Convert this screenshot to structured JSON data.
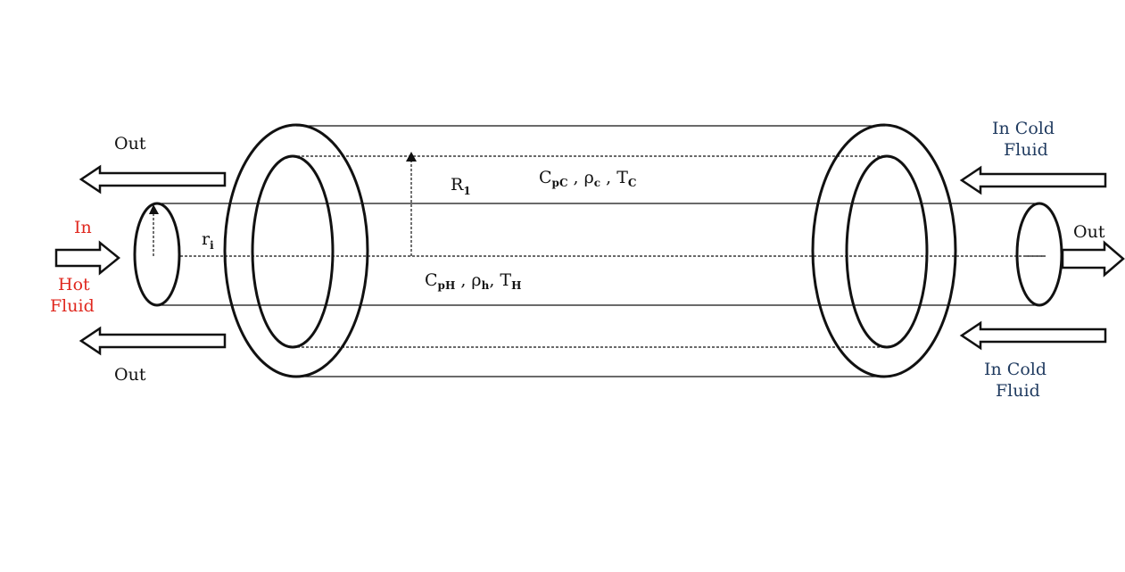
{
  "labels": {
    "out_top_left": "Out",
    "out_bottom_left": "Out",
    "out_right": "Out",
    "in_hot": "In",
    "hot": "Hot",
    "fluid_hot": "Fluid",
    "in_cold_top_1": "In Cold",
    "in_cold_top_2": "Fluid",
    "in_cold_bottom_1": "In Cold",
    "in_cold_bottom_2": "Fluid"
  },
  "symbols": {
    "outer_radius": {
      "base": "R",
      "sub": "1"
    },
    "inner_radius": {
      "base": "r",
      "sub": "i"
    },
    "cold_props": {
      "cp": "C",
      "cp_sub": "pC",
      "sep1": " , ",
      "rho": "ρ",
      "rho_sub": "c",
      "sep2": " , ",
      "t": "T",
      "t_sub": "C"
    },
    "hot_props": {
      "cp": "C",
      "cp_sub": "pH",
      "sep1": " , ",
      "rho": "ρ",
      "rho_sub": "h",
      "sep2": ", ",
      "t": "T",
      "t_sub": "H"
    }
  },
  "colors": {
    "line": "#111111",
    "hot_text": "#e0281f",
    "cold_text": "#1f3a5f"
  }
}
